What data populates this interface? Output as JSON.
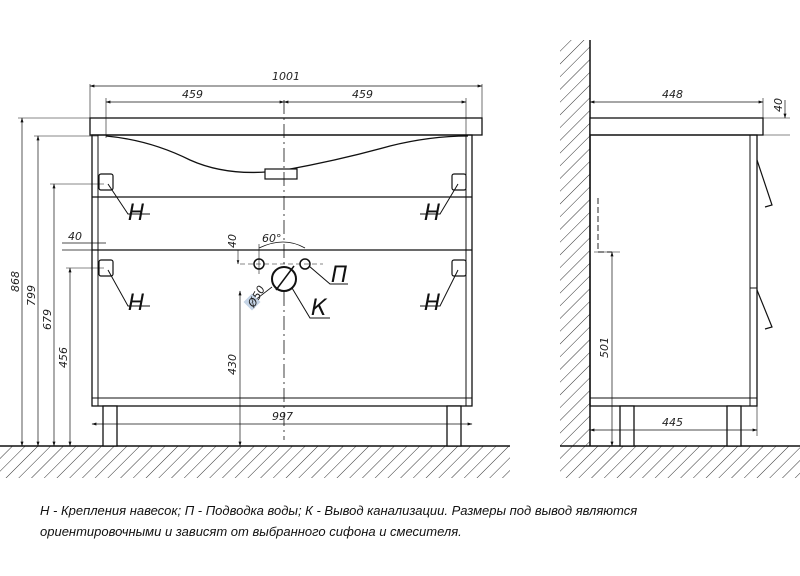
{
  "front_view": {
    "dims": {
      "total_width": "1001",
      "left_half": "459",
      "right_half": "459",
      "bottom_width": "997",
      "height_total": "868",
      "height_799": "799",
      "height_679": "679",
      "height_456": "456",
      "shelf_offset": "40",
      "inlet_offset": "40",
      "inlet_spacing": "60°",
      "drain_diameter": "Ø50",
      "drain_height": "430"
    },
    "labels": {
      "mount_top_left": "Н",
      "mount_top_right": "Н",
      "mount_mid_left": "Н",
      "mount_mid_right": "Н",
      "water": "П",
      "drain": "К"
    }
  },
  "side_view": {
    "dims": {
      "depth": "448",
      "top_thickness": "40",
      "drain_height": "501",
      "bottom_depth": "445"
    }
  },
  "legend": {
    "line1": "Н - Крепления навесок; П - Подводка воды; К - Вывод канализации. Размеры под вывод являются",
    "line2": "ориентировочными и зависят от выбранного сифона и смесителя."
  }
}
